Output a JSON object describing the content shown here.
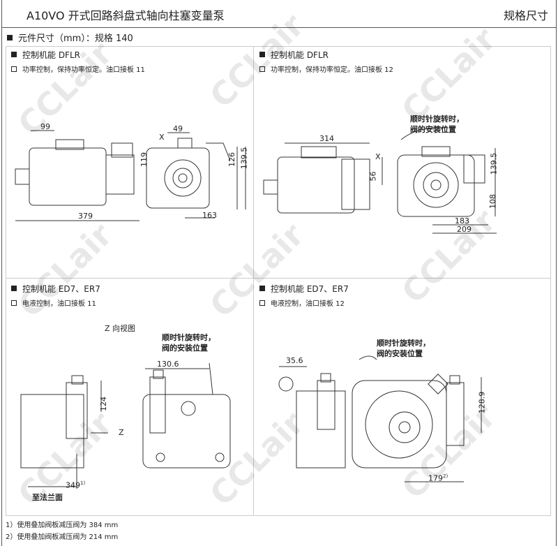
{
  "header": {
    "title": "A10VO 开式回路斜盘式轴向柱塞变量泵",
    "right": "规格尺寸"
  },
  "section_title": "元件尺寸（mm）：规格 140",
  "panels": [
    {
      "title": "控制机能 DFLR",
      "subtitle": "功率控制，保持功率恒定。油口接板 11",
      "dims": [
        "99",
        "379",
        "49",
        "X",
        "119",
        "126",
        "139.5",
        "163"
      ]
    },
    {
      "title": "控制机能 DFLR",
      "subtitle": "功率控制，保持功率恒定。油口接板 12",
      "note": [
        "顺时针旋转时，",
        "阀的安装位置"
      ],
      "dims": [
        "314",
        "56",
        "X",
        "139.5",
        "108",
        "183",
        "209"
      ]
    },
    {
      "title": "控制机能 ED7、ER7",
      "subtitle": "电液控制，油口接板 11",
      "view": "Z 向视图",
      "note": [
        "顺时针旋转时，",
        "阀的安装位置"
      ],
      "dims": [
        "124",
        "Z",
        "349",
        "1)",
        "130.6"
      ],
      "flange": "至法兰面"
    },
    {
      "title": "控制机能 ED7、ER7",
      "subtitle": "电液控制，油口接板 12",
      "note": [
        "顺时针旋转时，",
        "阀的安装位置"
      ],
      "dims": [
        "35.6",
        "128.9",
        "179",
        "2)"
      ]
    }
  ],
  "footnotes": [
    "1）使用叠加阀板减压阀为 384 mm",
    "2）使用叠加阀板减压阀为 214 mm"
  ],
  "watermark": "CCLair"
}
